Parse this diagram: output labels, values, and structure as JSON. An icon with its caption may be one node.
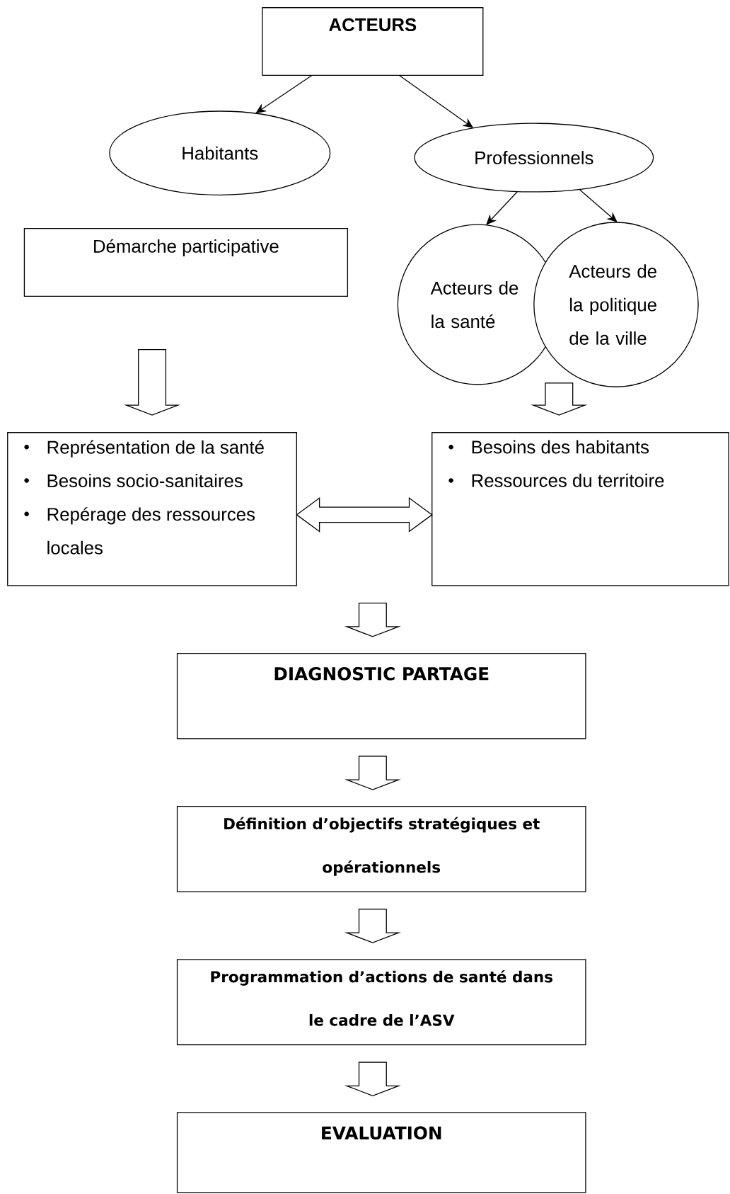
{
  "diagram": {
    "nodes": [
      {
        "text": [
          "ACTEURS"
        ]
      },
      {
        "text": [
          "Habitants"
        ]
      },
      {
        "text": [
          "Professionnels"
        ]
      },
      {
        "text": [
          "Démarche participative"
        ]
      },
      {
        "text": [
          "Acteurs de la santé"
        ]
      },
      {
        "text": [
          "Acteurs de la politique de la ville"
        ]
      },
      {
        "text": [
          "Représentation de la santé",
          "Besoins socio-sanitaires",
          "Repérage des ressources locales"
        ]
      },
      {
        "text": [
          "Besoins des habitants",
          "Ressources du territoire"
        ]
      },
      {
        "text": [
          "DIAGNOSTIC PARTAGE"
        ]
      },
      {
        "text": [
          "Définition d’objectifs stratégiques et opérationnels"
        ]
      },
      {
        "text": [
          "Programmation d’actions de santé dans le cadre de l’ASV"
        ]
      },
      {
        "text": [
          "EVALUATION"
        ]
      }
    ],
    "edges": [
      {
        "from": 0,
        "to": 1,
        "arrow": "to"
      },
      {
        "from": 0,
        "to": 2,
        "arrow": "to"
      },
      {
        "from": 2,
        "to": 4,
        "arrow": "to"
      },
      {
        "from": 2,
        "to": 5,
        "arrow": "to"
      },
      {
        "from": 3,
        "to": 6,
        "arrow": "to"
      },
      {
        "from": 4,
        "to": 7,
        "arrow": "to"
      },
      {
        "from": 5,
        "to": 7,
        "arrow": "to"
      },
      {
        "from": 6,
        "to": 7,
        "arrow": "both"
      },
      {
        "from": 6,
        "to": 8,
        "arrow": "to"
      },
      {
        "from": 7,
        "to": 8,
        "arrow": "to"
      },
      {
        "from": 8,
        "to": 9,
        "arrow": "to"
      },
      {
        "from": 9,
        "to": 10,
        "arrow": "to"
      },
      {
        "from": 10,
        "to": 11,
        "arrow": "to"
      }
    ]
  }
}
